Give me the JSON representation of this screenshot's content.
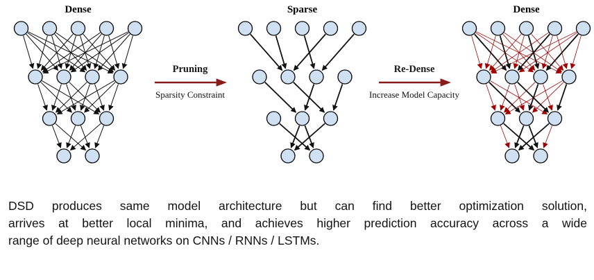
{
  "figure": {
    "networks": [
      {
        "label": "Dense",
        "type": "dense"
      },
      {
        "label": "Sparse",
        "type": "sparse"
      },
      {
        "label": "Dense",
        "type": "redense"
      }
    ],
    "layers": [
      5,
      4,
      3,
      2
    ],
    "sparse_edges": [
      [
        [
          0,
          1
        ],
        [
          1,
          1
        ],
        [
          2,
          2
        ],
        [
          3,
          1
        ],
        [
          4,
          2
        ]
      ],
      [
        [
          0,
          1
        ],
        [
          1,
          2
        ],
        [
          2,
          1
        ],
        [
          3,
          2
        ]
      ],
      [
        [
          0,
          1
        ],
        [
          1,
          0
        ],
        [
          1,
          1
        ],
        [
          2,
          0
        ]
      ]
    ],
    "arrows": [
      {
        "title": "Pruning",
        "subtitle": "Sparsity Constraint"
      },
      {
        "title": "Re-Dense",
        "subtitle": "Increase Model Capacity"
      }
    ],
    "colors": {
      "node_fill": "#cfe0f2",
      "node_stroke": "#000000",
      "edge": "#111111",
      "red_edge": "#a00000",
      "arrow": "#8b1a1a"
    }
  },
  "caption": {
    "lines": [
      "DSD produces same model architecture but can find better optimization solution,",
      "arrives at better local minima, and achieves higher prediction accuracy across a wide",
      "range of deep neural networks on CNNs / RNNs / LSTMs."
    ]
  }
}
